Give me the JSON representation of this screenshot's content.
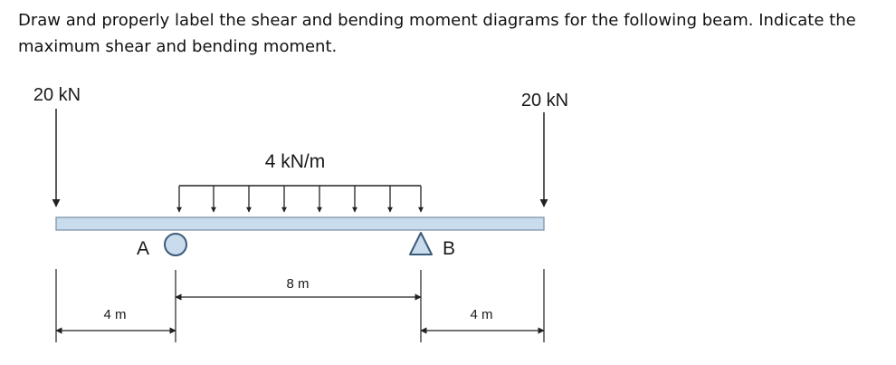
{
  "question": {
    "line1": "Draw and properly label the shear and bending moment diagrams for the following beam.  Indicate the",
    "line2": "maximum shear and bending moment."
  },
  "loads": {
    "left_point": "20 kN",
    "right_point": "20 kN",
    "distributed": "4 kN/m"
  },
  "supports": {
    "a_label": "A",
    "b_label": "B"
  },
  "dimensions": {
    "left_span": "4 m",
    "middle_span": "8 m",
    "right_span": "4 m"
  },
  "colors": {
    "beam_fill": "#c9dcee",
    "beam_stroke": "#7f95aa",
    "support_fill": "#c9dcee",
    "support_stroke": "#3c5a78",
    "line": "#222222"
  }
}
